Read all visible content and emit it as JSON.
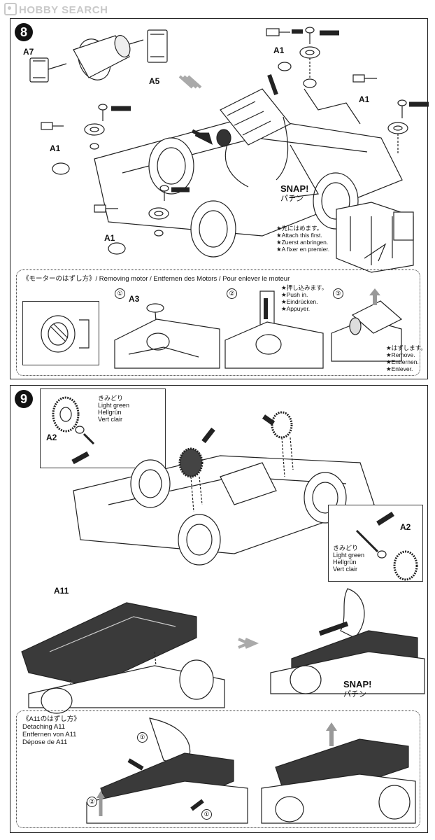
{
  "watermark": "HOBBY SEARCH",
  "step8": {
    "number": "8",
    "parts": {
      "a7": "A7",
      "a5": "A5",
      "a1_top": "A1",
      "a1_right": "A1",
      "a1_left": "A1",
      "a1_bottom": "A1",
      "a3": "A3"
    },
    "snap": "SNAP!",
    "snap_jp": "パチン",
    "note_attach": [
      "★先にはめます。",
      "★Attach this first.",
      "★Zuerst anbringen.",
      "★A fixer en premier."
    ],
    "removing_title": "《モーターのはずし方》/ Removing motor / Entfernen des Motors / Pour enlever le moteur",
    "sub_steps": [
      "①",
      "②",
      "③"
    ],
    "note_push": [
      "★押し込みます。",
      "★Push in.",
      "★Eindrücken.",
      "★Appuyer."
    ],
    "note_remove": [
      "★はずします。",
      "★Remove.",
      "★Entfernen.",
      "★Enlever."
    ]
  },
  "step9": {
    "number": "9",
    "gear_left": {
      "jp": "きみどり",
      "en": "Light green",
      "de": "Hellgrün",
      "fr": "Vert clair",
      "part": "A2"
    },
    "gear_right": {
      "jp": "きみどり",
      "en": "Light green",
      "de": "Hellgrün",
      "fr": "Vert clair",
      "part": "A2"
    },
    "a11": "A11",
    "snap": "SNAP!",
    "snap_jp": "パチン",
    "detach_title": [
      "《A11のはずし方》",
      "Detaching A11",
      "Entfernen von A11",
      "Dépose de A11"
    ],
    "detach_steps": [
      "①",
      "②",
      "①"
    ]
  }
}
